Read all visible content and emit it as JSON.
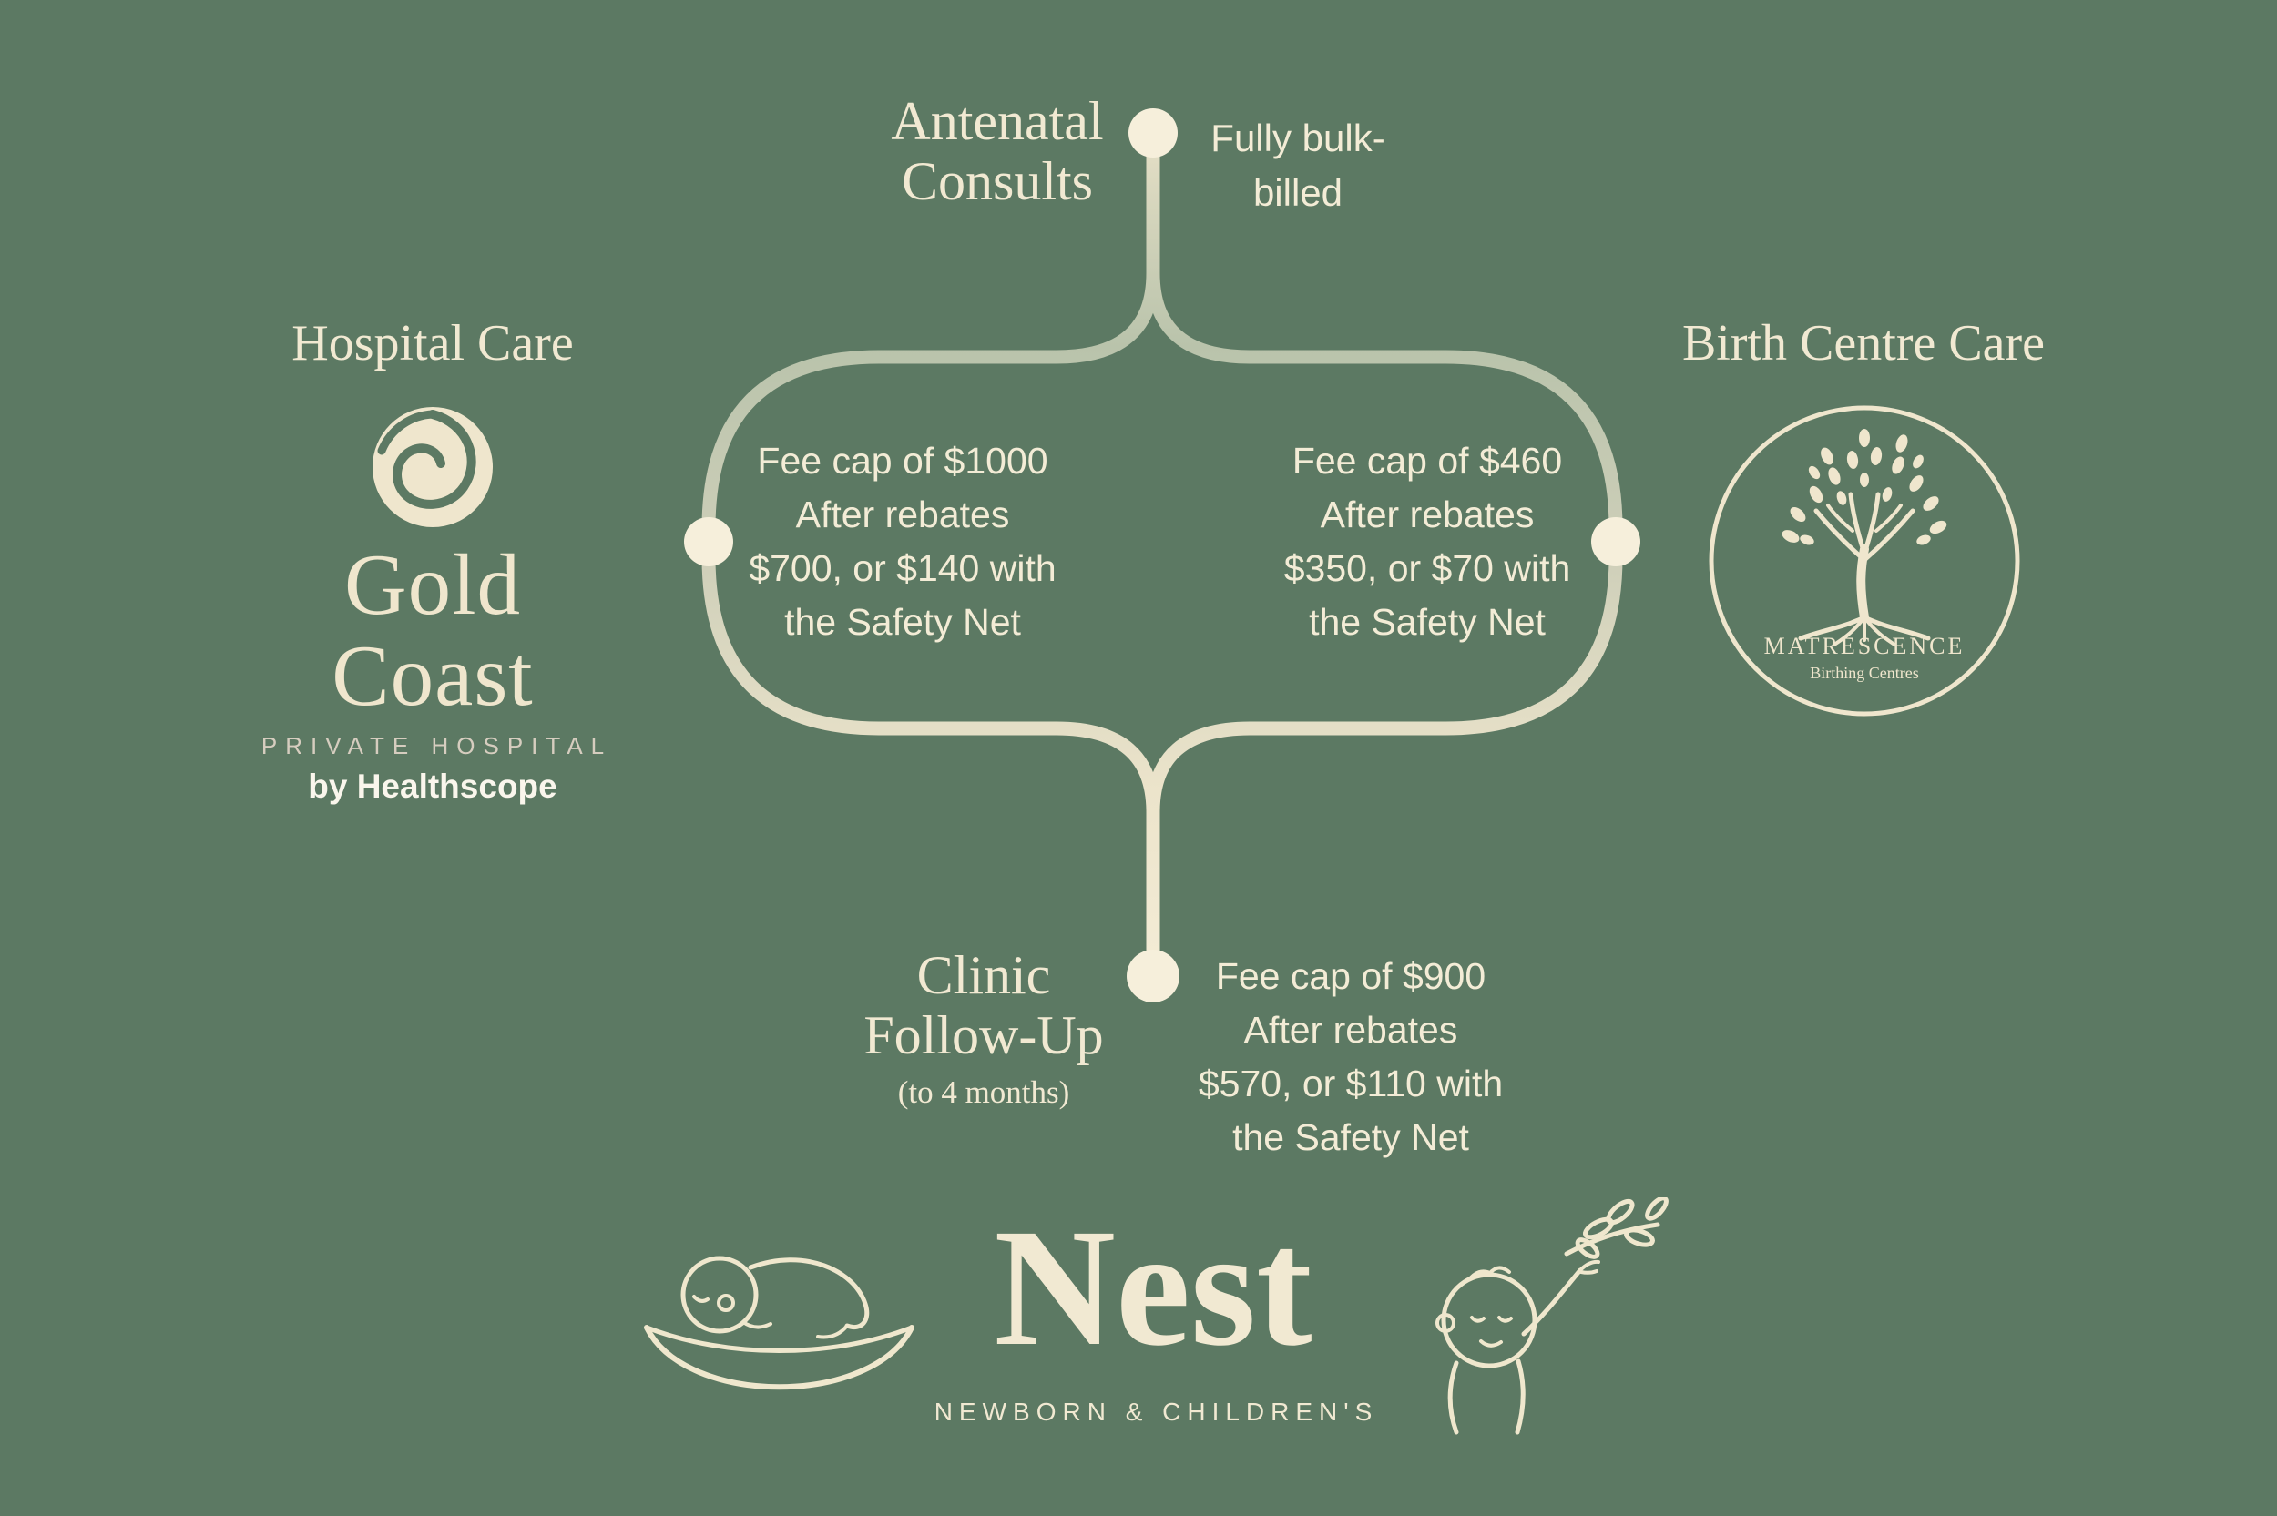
{
  "colors": {
    "background": "#5c7963",
    "cream_text": "#f1e9d2",
    "connector_sage": "#b9c3ab",
    "connector_cream": "#f4ecd6",
    "node_fill": "#f6efdb",
    "muted_cream": "#d6cdbf"
  },
  "top": {
    "title": "Antenatal\nConsults",
    "note": "Fully bulk-\nbilled"
  },
  "hospital": {
    "title": "Hospital Care",
    "fee": "Fee cap of $1000\nAfter rebates\n$700, or $140 with\nthe Safety Net",
    "logo": {
      "name": "Gold Coast",
      "subtitle": "PRIVATE HOSPITAL",
      "byline": "by Healthscope"
    }
  },
  "birth_centre": {
    "title": "Birth Centre Care",
    "fee": "Fee cap of $460\nAfter rebates\n$350, or $70 with\nthe Safety Net",
    "logo": {
      "name": "MATRESCENCE",
      "subtitle": "Birthing Centres"
    }
  },
  "follow_up": {
    "title": "Clinic\nFollow-Up",
    "duration": "(to 4 months)",
    "fee": "Fee cap of $900\nAfter rebates\n$570, or $110 with\nthe Safety Net"
  },
  "nest": {
    "name": "Nest",
    "subtitle": "NEWBORN & CHILDREN'S"
  }
}
